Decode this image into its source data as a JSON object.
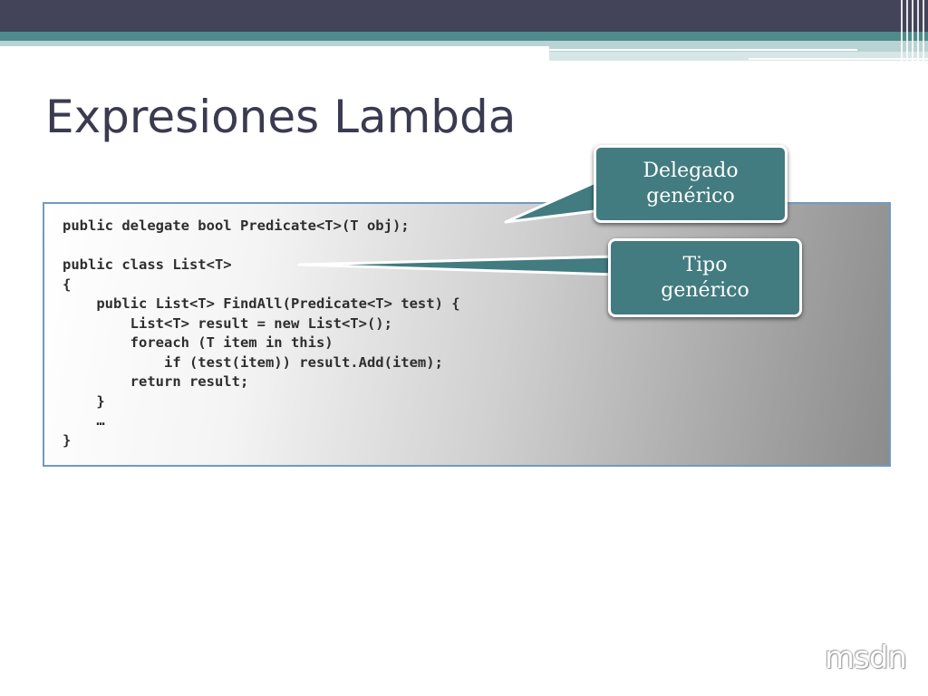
{
  "slide": {
    "title": "Expresiones Lambda"
  },
  "code": {
    "lines": [
      "public delegate bool Predicate<T>(T obj);",
      "",
      "public class List<T>",
      "{",
      "    public List<T> FindAll(Predicate<T> test) {",
      "        List<T> result = new List<T>();",
      "        foreach (T item in this)",
      "            if (test(item)) result.Add(item);",
      "        return result;",
      "    }",
      "    …",
      "}"
    ]
  },
  "callouts": {
    "delegate": {
      "line1": "Delegado",
      "line2": "genérico"
    },
    "type": {
      "line1": "Tipo",
      "line2": "genérico"
    }
  },
  "logo": {
    "text": "msdn"
  },
  "colors": {
    "header_dark": "#434359",
    "header_teal": "#4f8b8c",
    "title": "#3a3a50",
    "callout_fill": "#427b80",
    "code_border": "#6f9bc0"
  }
}
